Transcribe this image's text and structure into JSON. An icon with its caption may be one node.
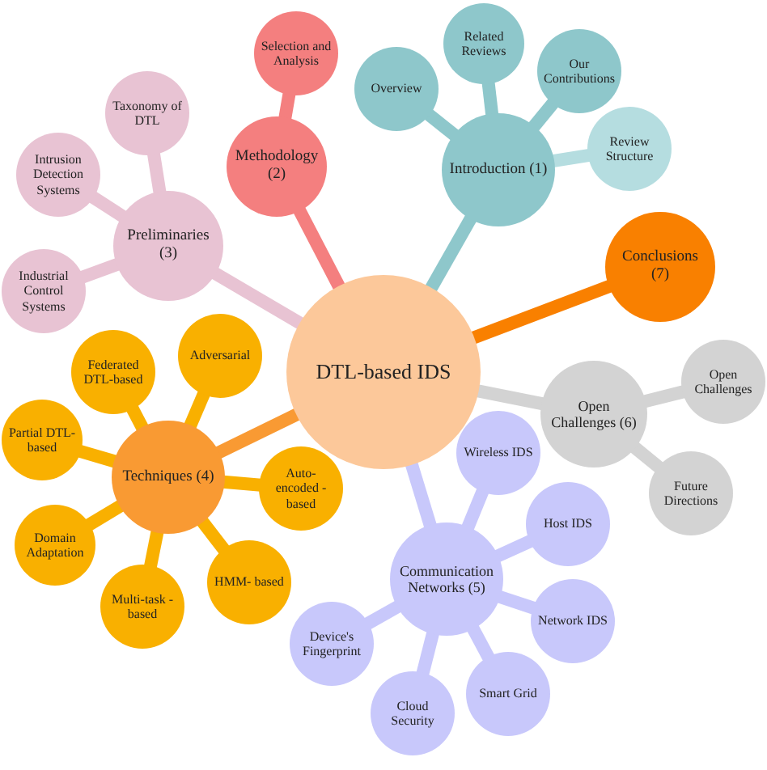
{
  "diagram": {
    "nodes": [
      {
        "text": [
          "DTL-based IDS"
        ]
      },
      {
        "text": [
          "Introduction (1)"
        ]
      },
      {
        "text": [
          "Overview"
        ]
      },
      {
        "text": [
          "Related Reviews"
        ]
      },
      {
        "text": [
          "Our Contributions"
        ]
      },
      {
        "text": [
          "Review Structure"
        ]
      },
      {
        "text": [
          "Methodology (2)"
        ]
      },
      {
        "text": [
          "Selection and Analysis"
        ]
      },
      {
        "text": [
          "Preliminaries (3)"
        ]
      },
      {
        "text": [
          "Taxonomy of DTL"
        ]
      },
      {
        "text": [
          "Intrusion Detection Systems"
        ]
      },
      {
        "text": [
          "Industrial Control Systems"
        ]
      },
      {
        "text": [
          "Conclusions (7)"
        ]
      },
      {
        "text": [
          "Open Challenges (6)"
        ]
      },
      {
        "text": [
          "Open Challenges"
        ]
      },
      {
        "text": [
          "Future Directions"
        ]
      },
      {
        "text": [
          "Techniques (4)"
        ]
      },
      {
        "text": [
          "Federated DTL-based"
        ]
      },
      {
        "text": [
          "Adversarial"
        ]
      },
      {
        "text": [
          "Partial DTL-based"
        ]
      },
      {
        "text": [
          "Domain Adaptation"
        ]
      },
      {
        "text": [
          "Multi-task -based"
        ]
      },
      {
        "text": [
          "Auto- encoded -based"
        ]
      },
      {
        "text": [
          "HMM- based"
        ]
      },
      {
        "text": [
          "Communication Networks (5)"
        ]
      },
      {
        "text": [
          "Wireless IDS"
        ]
      },
      {
        "text": [
          "Host IDS"
        ]
      },
      {
        "text": [
          "Network IDS"
        ]
      },
      {
        "text": [
          "Smart Grid"
        ]
      },
      {
        "text": [
          "Cloud Security"
        ]
      },
      {
        "text": [
          "Device's Fingerprint"
        ]
      }
    ],
    "edges": [
      {
        "from": 0,
        "to": 1,
        "arrow": "none",
        "color": "#8ec7cb"
      },
      {
        "from": 1,
        "to": 2,
        "arrow": "none",
        "color": "#8ec7cb"
      },
      {
        "from": 1,
        "to": 3,
        "arrow": "none",
        "color": "#8ec7cb"
      },
      {
        "from": 1,
        "to": 4,
        "arrow": "none",
        "color": "#8ec7cb"
      },
      {
        "from": 1,
        "to": 5,
        "arrow": "none",
        "color": "#b5dde0"
      },
      {
        "from": 0,
        "to": 6,
        "arrow": "none",
        "color": "#f47f7f"
      },
      {
        "from": 6,
        "to": 7,
        "arrow": "none",
        "color": "#f47f7f"
      },
      {
        "from": 0,
        "to": 8,
        "arrow": "none",
        "color": "#e8c3d3"
      },
      {
        "from": 8,
        "to": 9,
        "arrow": "none",
        "color": "#e8c3d3"
      },
      {
        "from": 8,
        "to": 10,
        "arrow": "none",
        "color": "#e8c3d3"
      },
      {
        "from": 8,
        "to": 11,
        "arrow": "none",
        "color": "#e8c3d3"
      },
      {
        "from": 0,
        "to": 12,
        "arrow": "none",
        "color": "#f98000"
      },
      {
        "from": 0,
        "to": 13,
        "arrow": "none",
        "color": "#d3d3d3"
      },
      {
        "from": 13,
        "to": 14,
        "arrow": "none",
        "color": "#d3d3d3"
      },
      {
        "from": 13,
        "to": 15,
        "arrow": "none",
        "color": "#d3d3d3"
      },
      {
        "from": 0,
        "to": 16,
        "arrow": "none",
        "color": "#f99a33"
      },
      {
        "from": 16,
        "to": 17,
        "arrow": "none",
        "color": "#f9b000"
      },
      {
        "from": 16,
        "to": 18,
        "arrow": "none",
        "color": "#f9b000"
      },
      {
        "from": 16,
        "to": 19,
        "arrow": "none",
        "color": "#f9b000"
      },
      {
        "from": 16,
        "to": 20,
        "arrow": "none",
        "color": "#f9b000"
      },
      {
        "from": 16,
        "to": 21,
        "arrow": "none",
        "color": "#f9b000"
      },
      {
        "from": 16,
        "to": 22,
        "arrow": "none",
        "color": "#f9b000"
      },
      {
        "from": 16,
        "to": 23,
        "arrow": "none",
        "color": "#f9b000"
      },
      {
        "from": 0,
        "to": 24,
        "arrow": "none",
        "color": "#c8c8fb"
      },
      {
        "from": 24,
        "to": 25,
        "arrow": "none",
        "color": "#c8c8fb"
      },
      {
        "from": 24,
        "to": 26,
        "arrow": "none",
        "color": "#c8c8fb"
      },
      {
        "from": 24,
        "to": 27,
        "arrow": "none",
        "color": "#c8c8fb"
      },
      {
        "from": 24,
        "to": 28,
        "arrow": "none",
        "color": "#c8c8fb"
      },
      {
        "from": 24,
        "to": 29,
        "arrow": "none",
        "color": "#c8c8fb"
      },
      {
        "from": 24,
        "to": 30,
        "arrow": "none",
        "color": "#c8c8fb"
      }
    ]
  }
}
